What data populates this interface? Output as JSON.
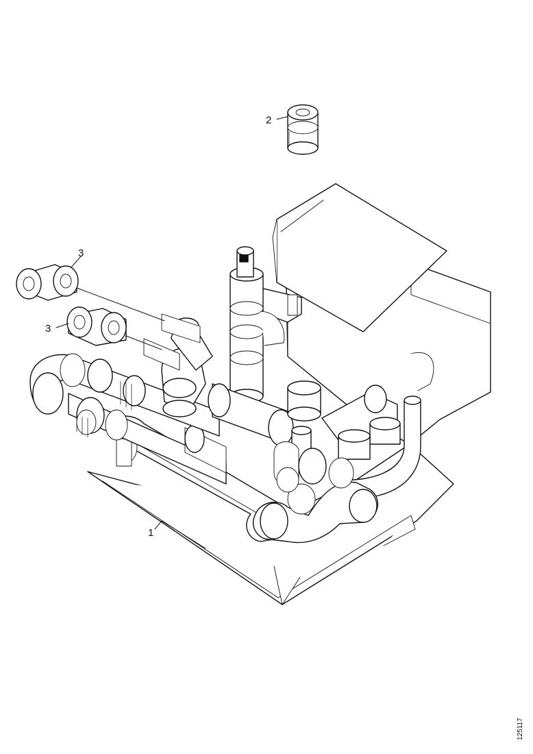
{
  "callouts": {
    "one": "1",
    "two": "2",
    "three_a": "3",
    "three_b": "3"
  },
  "drawing_ref": "125117"
}
